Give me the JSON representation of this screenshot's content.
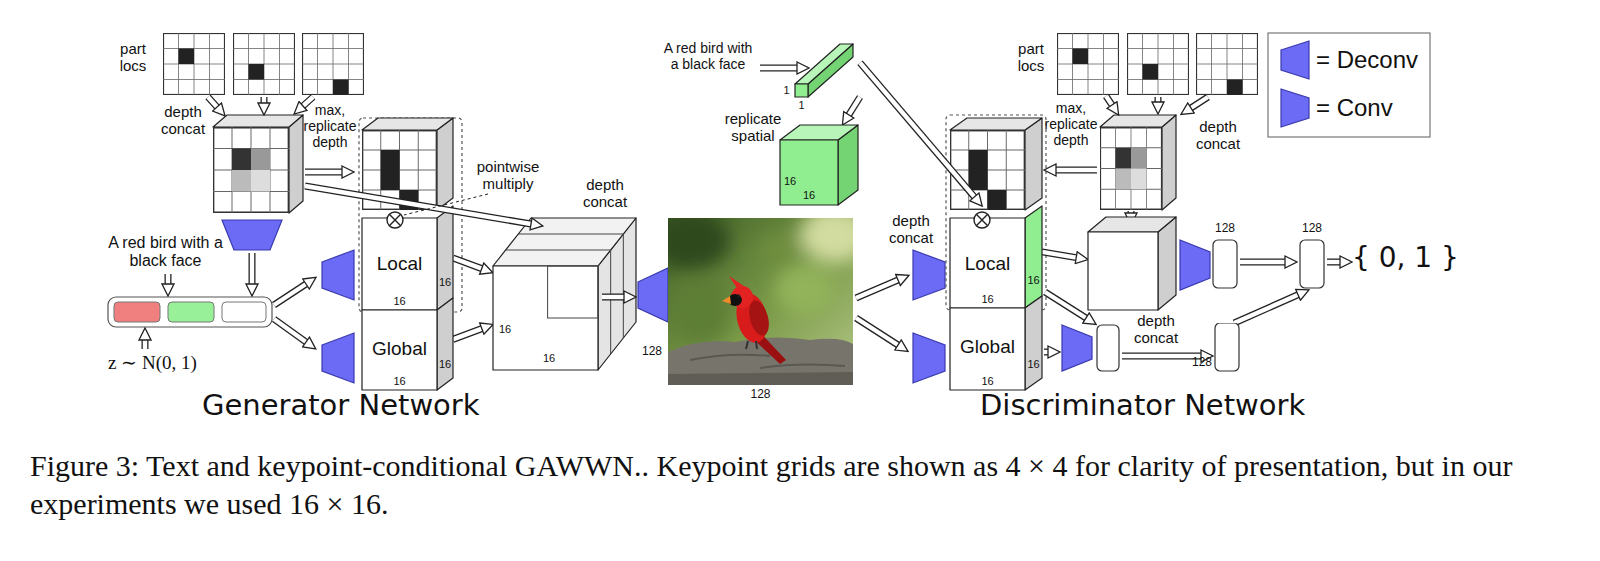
{
  "diagram": {
    "caption": "Figure 3: Text and keypoint-conditional GAWWN.. Keypoint grids are shown as 4 × 4 for clarity of presentation, but in our experiments we used 16 × 16.",
    "nodes": [
      {
        "text": [
          "Local",
          "16",
          "16"
        ]
      },
      {
        "text": [
          "Global",
          "16",
          "16"
        ]
      },
      {
        "text": [
          "16",
          "16"
        ]
      },
      {
        "text": [
          "128"
        ]
      },
      {
        "text": [
          "1",
          "1"
        ]
      },
      {
        "text": [
          "16",
          "16"
        ]
      },
      {
        "text": [
          "Local",
          "16",
          "16"
        ]
      },
      {
        "text": [
          "Global",
          "16",
          "16"
        ]
      },
      {
        "text": [
          "depth concat"
        ]
      },
      {
        "text": [
          "128"
        ]
      },
      {
        "text": [
          "128"
        ]
      },
      {
        "text": [
          "128"
        ]
      },
      {
        "text": [
          "{ 0, 1 }"
        ]
      }
    ],
    "edges": [
      {
        "from": 0,
        "to": 2,
        "arrow": "to"
      },
      {
        "from": 1,
        "to": 2,
        "arrow": "to"
      },
      {
        "from": 4,
        "to": 5,
        "arrow": "to"
      },
      {
        "from": 4,
        "to": 6,
        "arrow": "to"
      },
      {
        "from": 6,
        "to": 8,
        "arrow": "to"
      },
      {
        "from": 9,
        "to": 10,
        "arrow": "to"
      },
      {
        "from": 11,
        "to": 10,
        "arrow": "to"
      },
      {
        "from": 10,
        "to": 12,
        "arrow": "to"
      }
    ],
    "labels": [
      "part locs",
      "depth concat",
      "max, replicate depth",
      "pointwise multiply",
      "A red bird with a black face",
      "z ∼ N(0, 1)",
      "depth concat",
      "128",
      "Generator Network",
      "A red bird with a black face",
      "replicate spatial",
      "part locs",
      "max, replicate depth",
      "depth concat",
      "depth concat",
      "Discriminator Network"
    ],
    "legend": [
      {
        "text": "= Deconv",
        "color": "#6b6bf5"
      },
      {
        "text": "= Conv",
        "color": "#6b6bf5"
      }
    ]
  }
}
